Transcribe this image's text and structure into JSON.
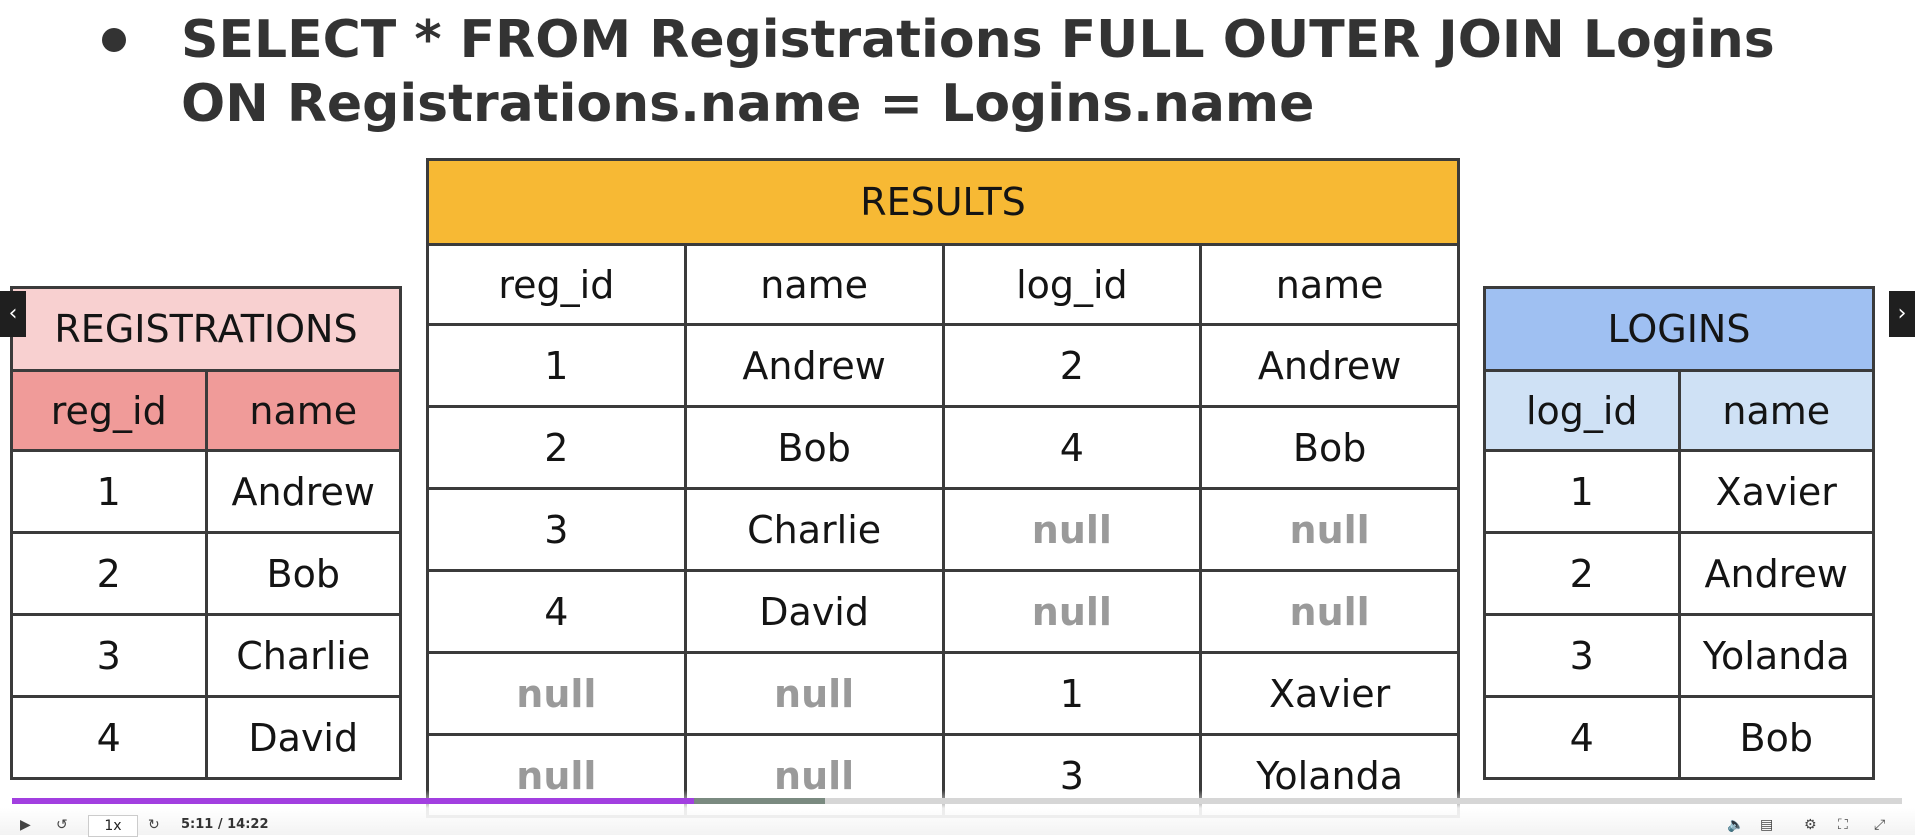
{
  "slide": {
    "query_line1": "SELECT * FROM Registrations FULL OUTER JOIN Logins",
    "query_line2": "ON Registrations.name = Logins.name"
  },
  "registrations": {
    "title": "REGISTRATIONS",
    "columns": [
      "reg_id",
      "name"
    ],
    "rows": [
      [
        "1",
        "Andrew"
      ],
      [
        "2",
        "Bob"
      ],
      [
        "3",
        "Charlie"
      ],
      [
        "4",
        "David"
      ]
    ]
  },
  "results": {
    "title": "RESULTS",
    "columns": [
      "reg_id",
      "name",
      "log_id",
      "name"
    ],
    "rows": [
      [
        "1",
        "Andrew",
        "2",
        "Andrew"
      ],
      [
        "2",
        "Bob",
        "4",
        "Bob"
      ],
      [
        "3",
        "Charlie",
        "null",
        "null"
      ],
      [
        "4",
        "David",
        "null",
        "null"
      ],
      [
        "null",
        "null",
        "1",
        "Xavier"
      ],
      [
        "null",
        "null",
        "3",
        "Yolanda"
      ]
    ]
  },
  "logins": {
    "title": "LOGINS",
    "columns": [
      "log_id",
      "name"
    ],
    "rows": [
      [
        "1",
        "Xavier"
      ],
      [
        "2",
        "Andrew"
      ],
      [
        "3",
        "Yolanda"
      ],
      [
        "4",
        "Bob"
      ]
    ]
  },
  "player": {
    "speed": "1x",
    "time": "5:11 / 14:22",
    "progress_fraction": 0.361,
    "buffer_fraction": 0.43,
    "icons": {
      "play": "play-icon",
      "rewind": "rewind-icon",
      "forward": "forward-icon",
      "volume": "volume-icon",
      "captions": "captions-icon",
      "settings": "gear-icon",
      "fullscreen": "fullscreen-icon",
      "expand": "expand-icon",
      "prev": "chevron-left-icon",
      "next": "chevron-right-icon"
    },
    "accent_color": "#a23fe0"
  },
  "colors": {
    "registrations_title": "#f8d0d0",
    "registrations_header": "#f09b99",
    "results_title": "#f7b934",
    "logins_title": "#9fc0f2",
    "logins_header": "#cfe1f5",
    "null_text": "#9a9a9a"
  }
}
